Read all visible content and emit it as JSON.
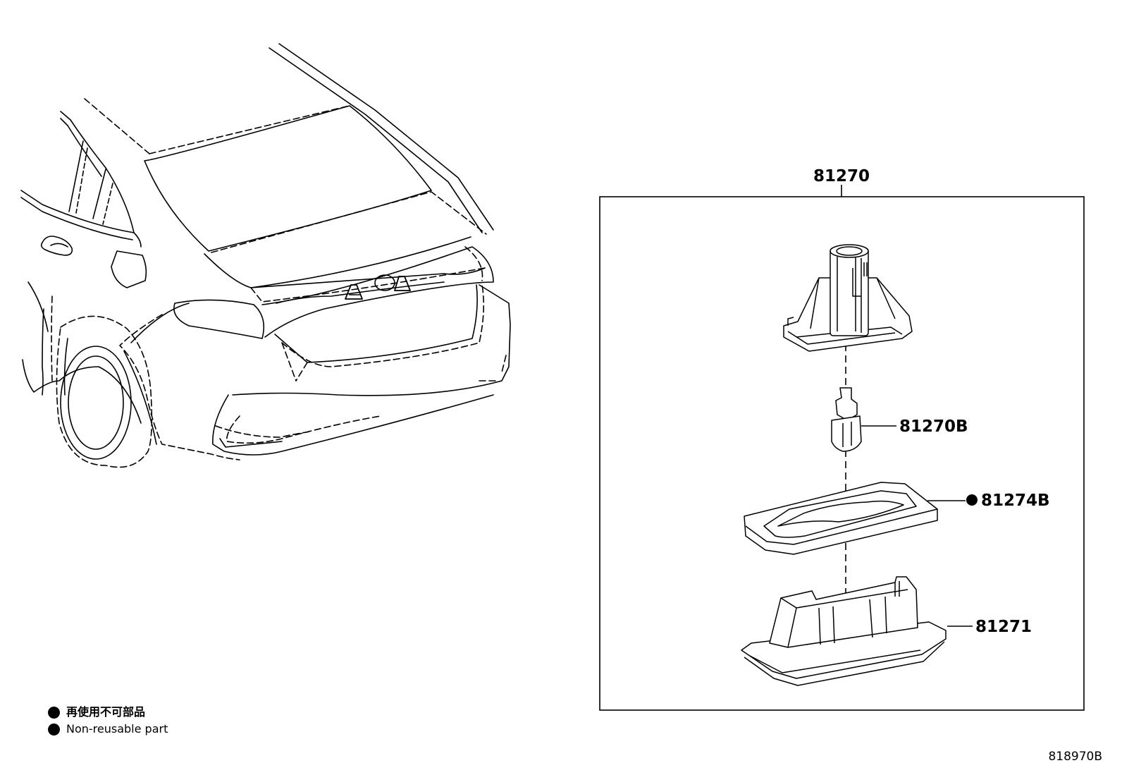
{
  "callouts": {
    "assembly": "81270",
    "bulb": "81270B",
    "gasket": "81274B",
    "housing": "81271"
  },
  "legend": {
    "marker_color": "#000000",
    "non_reusable_jp": "再使用不可部品",
    "non_reusable_en": "Non-reusable part"
  },
  "figure_id": "818970B"
}
